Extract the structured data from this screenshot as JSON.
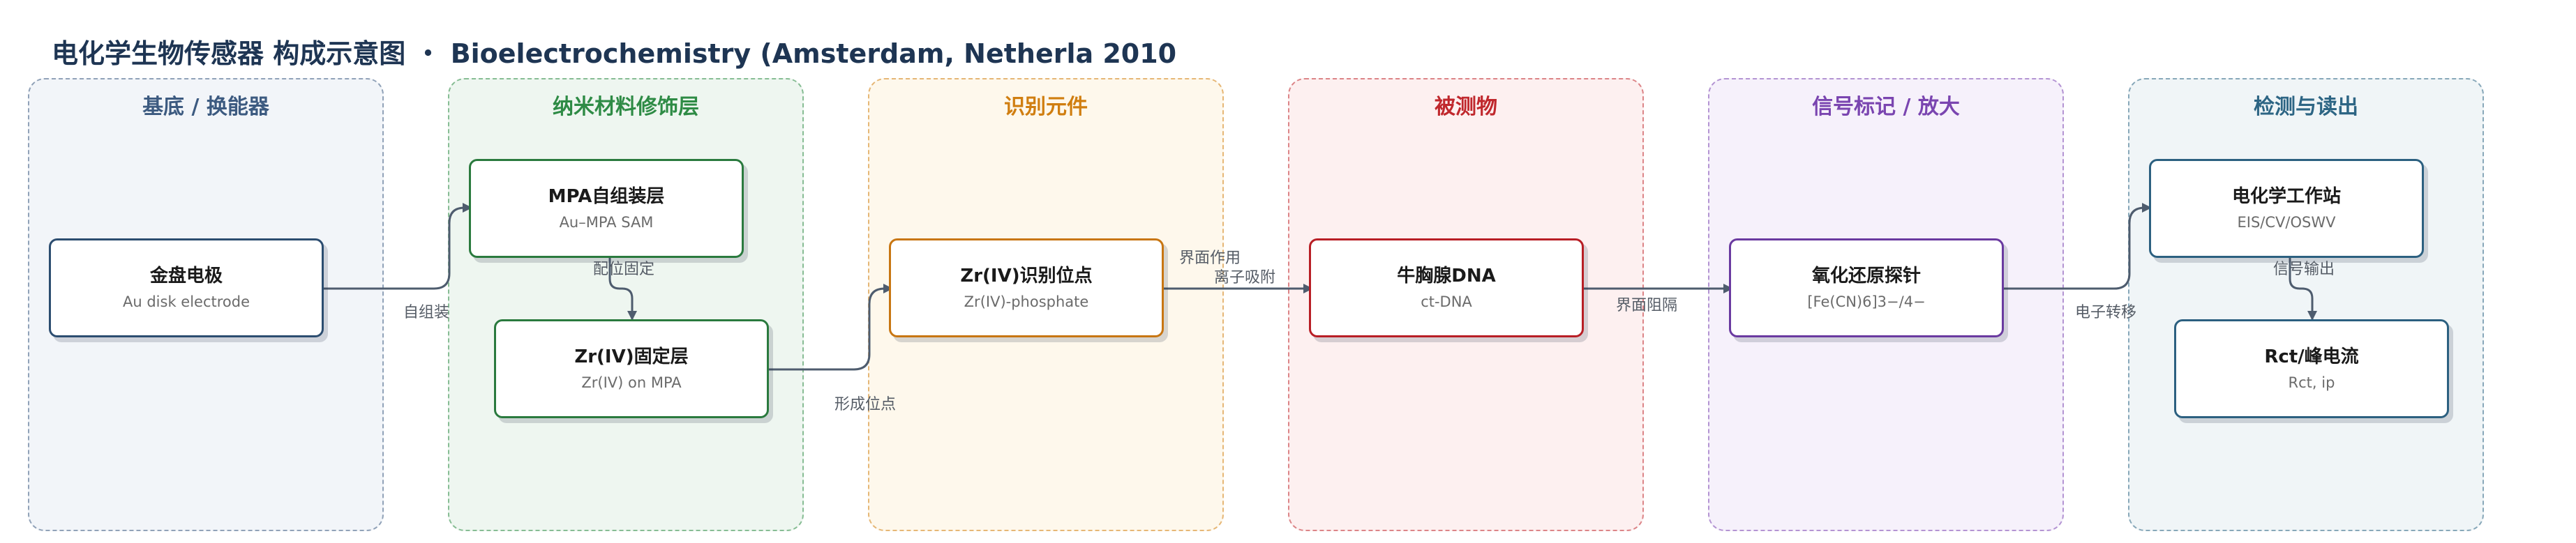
{
  "title": "电化学生物传感器 构成示意图 ・ Bioelectrochemistry (Amsterdam, Netherla 2010",
  "lanes": [
    {
      "title": "基底 / 换能器",
      "color": "#3c5a80",
      "bg": "#f2f5f9"
    },
    {
      "title": "纳米材料修饰层",
      "color": "#2e8b45",
      "bg": "#eef6f0"
    },
    {
      "title": "识别元件",
      "color": "#d07e10",
      "bg": "#fef8ec"
    },
    {
      "title": "被测物",
      "color": "#c0282d",
      "bg": "#fdf0f0"
    },
    {
      "title": "信号标记 / 放大",
      "color": "#7a45b0",
      "bg": "#f6f1fb"
    },
    {
      "title": "检测与读出",
      "color": "#2d6584",
      "bg": "#f0f5f7"
    }
  ],
  "nodes": {
    "au_electrode": {
      "title": "金盘电极",
      "sub": "Au disk electrode",
      "color": "#2c4d70"
    },
    "mpa_sam": {
      "title": "MPA自组装层",
      "sub": "Au–MPA SAM",
      "color": "#2a7a3e"
    },
    "zr_layer": {
      "title": "Zr(IV)固定层",
      "sub": "Zr(IV) on MPA",
      "color": "#2a7a3e"
    },
    "zr_site": {
      "title": "Zr(IV)识别位点",
      "sub": "Zr(IV)-phosphate",
      "color": "#c87612"
    },
    "ct_dna": {
      "title": "牛胸腺DNA",
      "sub": "ct-DNA",
      "color": "#b81e25"
    },
    "redox_probe": {
      "title": "氧化还原探针",
      "sub": "[Fe(CN)6]3−/4−",
      "color": "#6a3aa0"
    },
    "workstation": {
      "title": "电化学工作站",
      "sub": "EIS/CV/OSWV",
      "color": "#2c6080"
    },
    "readout": {
      "title": "Rct/峰电流",
      "sub": "Rct, ip",
      "color": "#2c6080"
    }
  },
  "edges": {
    "self_assembly": "自组装",
    "coordination": "配位固定",
    "site_formation": "形成位点",
    "interface_1": "界面作用",
    "interface_2": "离子吸附",
    "interface_block": "界面阻隔",
    "electron_transfer": "电子转移",
    "signal_output": "信号输出"
  }
}
